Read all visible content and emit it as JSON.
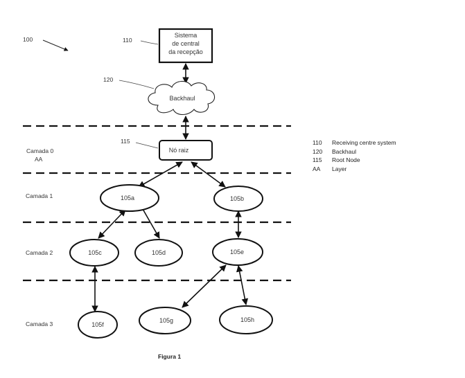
{
  "figure_ref": "100",
  "labels": {
    "ref_110": "110",
    "ref_120": "120",
    "ref_115": "115",
    "receiving_centre_line1": "Sistema",
    "receiving_centre_line2": "de central",
    "receiving_centre_line3": "da recepção",
    "backhaul": "Backhaul",
    "root_node": "Nó raiz"
  },
  "layers": {
    "layer0": "Camada 0",
    "layer0_sub": "AA",
    "layer1": "Camada 1",
    "layer2": "Camada 2",
    "layer3": "Camada 3"
  },
  "nodes": {
    "n105a": "105a",
    "n105b": "105b",
    "n105c": "105c",
    "n105d": "105d",
    "n105e": "105e",
    "n105f": "105f",
    "n105g": "105g",
    "n105h": "105h"
  },
  "legend": [
    {
      "code": "110",
      "text": "Receiving centre system"
    },
    {
      "code": "120",
      "text": "Backhaul"
    },
    {
      "code": "115",
      "text": "Root Node"
    },
    {
      "code": "AA",
      "text": "Layer"
    }
  ],
  "caption": "Figura 1"
}
